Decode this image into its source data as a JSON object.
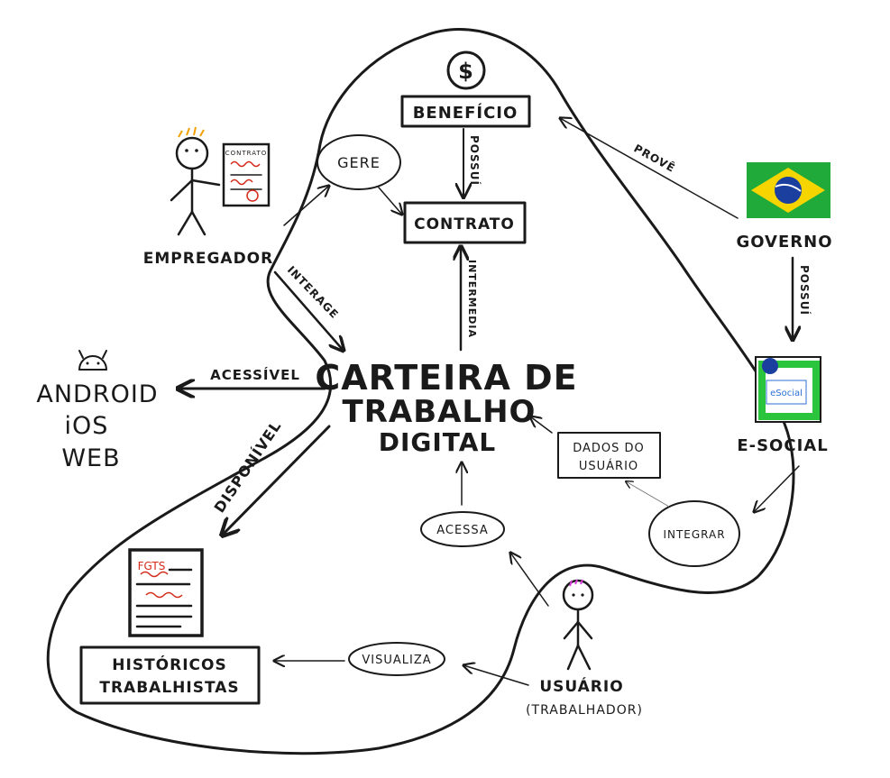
{
  "central": {
    "line1": "CARTEIRA DE",
    "line2": "TRABALHO",
    "line3": "DIGITAL"
  },
  "nodes": {
    "beneficio": "BENEFÍCIO",
    "contrato": "CONTRATO",
    "gere": "GERE",
    "empregador": "EMPREGADOR",
    "governo": "GOVERNO",
    "esocial": "E-SOCIAL",
    "esocial_logo_text": "eSocial",
    "dados_line1": "DADOS DO",
    "dados_line2": "USUÁRIO",
    "integrar": "INTEGRAR",
    "acessa": "ACESSA",
    "usuario": "USUÁRIO",
    "trabalhador": "(TRABALHADOR)",
    "visualiza": "VISUALIZA",
    "historicos_line1": "HISTÓRICOS",
    "historicos_line2": "TRABALHISTAS",
    "platform_android": "ANDROID",
    "platform_ios": "iOS",
    "platform_web": "WEB",
    "contract_doc_title": "CONTRATO",
    "fgts_doc_title": "FGTS"
  },
  "edge_labels": {
    "possui_1": "POSSUÍ",
    "possui_2": "POSSUÍ",
    "prove": "PROVÊ",
    "intermedia": "INTERMEDIA",
    "interage": "INTERAGE",
    "acessivel": "ACESSÍVEL",
    "disponivel": "DISPONÍVEL"
  },
  "colors": {
    "ink": "#1a1a1a",
    "brazil_green": "#1faa3a",
    "brazil_yellow": "#f5d400",
    "brazil_blue": "#1a3f9e",
    "esocial_green": "#2bc43d",
    "esocial_blue": "#2b6fd6",
    "highlight_red": "#d42a1a",
    "highlight_orange": "#f0a000",
    "highlight_magenta": "#d83ad8"
  }
}
